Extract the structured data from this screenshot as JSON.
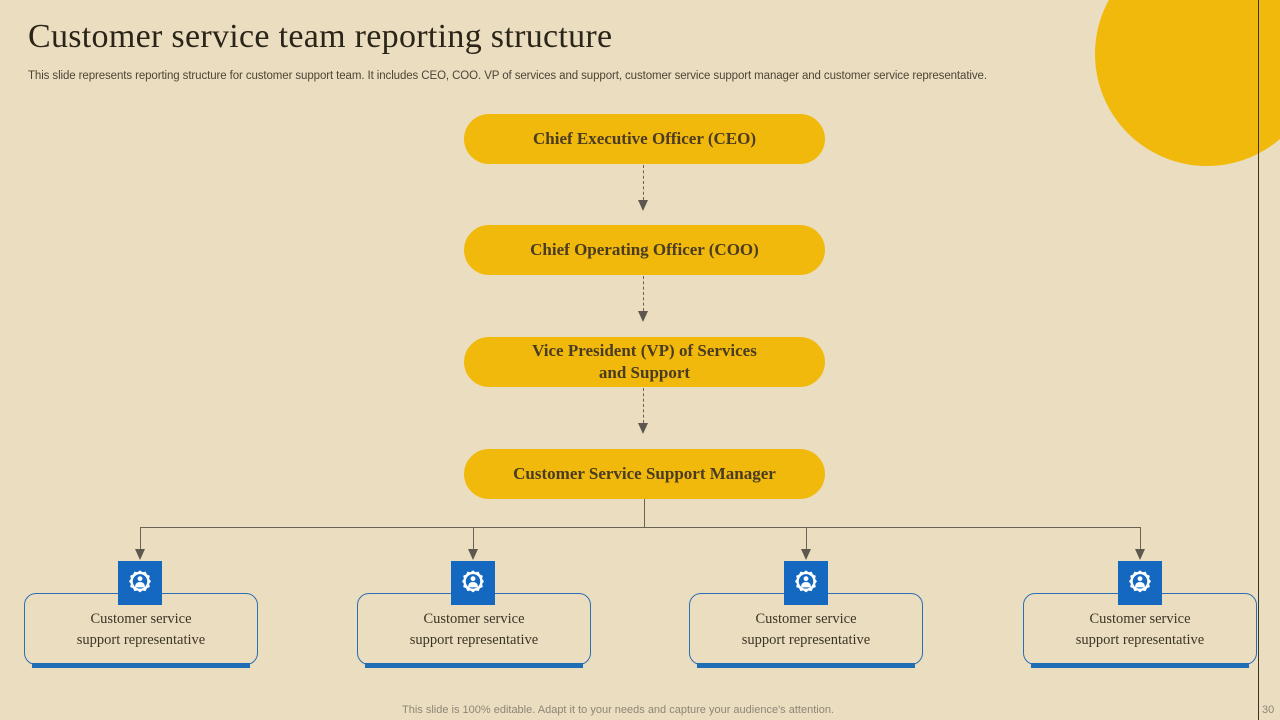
{
  "header": {
    "title": "Customer service team reporting structure",
    "subtitle": "This slide represents reporting structure for customer support team. It includes CEO, COO. VP  of services and support, customer service support manager and customer service representative."
  },
  "colors": {
    "background": "#ebdec0",
    "accent_gold": "#f0b90b",
    "accent_blue": "#1468c0",
    "card_border_blue": "#2a6eb5",
    "connector": "#6a6256",
    "title_text": "#2b2519",
    "pill_text": "#4a3b22"
  },
  "chart_data": {
    "type": "diagram",
    "title": "Customer service team reporting structure",
    "orientation": "top-down",
    "levels": [
      {
        "level": 1,
        "label": "Chief Executive Officer (CEO)"
      },
      {
        "level": 2,
        "label": "Chief Operating Officer (COO)"
      },
      {
        "level": 3,
        "label": "Vice President (VP) of Services and Support"
      },
      {
        "level": 4,
        "label": "Customer Service Support Manager"
      }
    ],
    "leaves": [
      {
        "label": "Customer service support representative",
        "icon": "gear-user-icon"
      },
      {
        "label": "Customer service support representative",
        "icon": "gear-user-icon"
      },
      {
        "label": "Customer service support representative",
        "icon": "gear-user-icon"
      },
      {
        "label": "Customer service support representative",
        "icon": "gear-user-icon"
      }
    ],
    "connector_style": "dashed-arrow between levels, solid fan-out to leaves"
  },
  "nodes": {
    "ceo": "Chief Executive Officer (CEO)",
    "coo": "Chief Operating Officer (COO)",
    "vp_line1": "Vice President (VP) of Services",
    "vp_line2": "and Support",
    "manager": "Customer Service Support Manager"
  },
  "representatives": [
    {
      "line1": "Customer  service",
      "line2": "support representative"
    },
    {
      "line1": "Customer  service",
      "line2": "support representative"
    },
    {
      "line1": "Customer  service",
      "line2": "support representative"
    },
    {
      "line1": "Customer  service",
      "line2": "support representative"
    }
  ],
  "footer": {
    "note": "This slide is 100% editable. Adapt it to your needs and capture your audience's attention.",
    "page_number": "30"
  }
}
